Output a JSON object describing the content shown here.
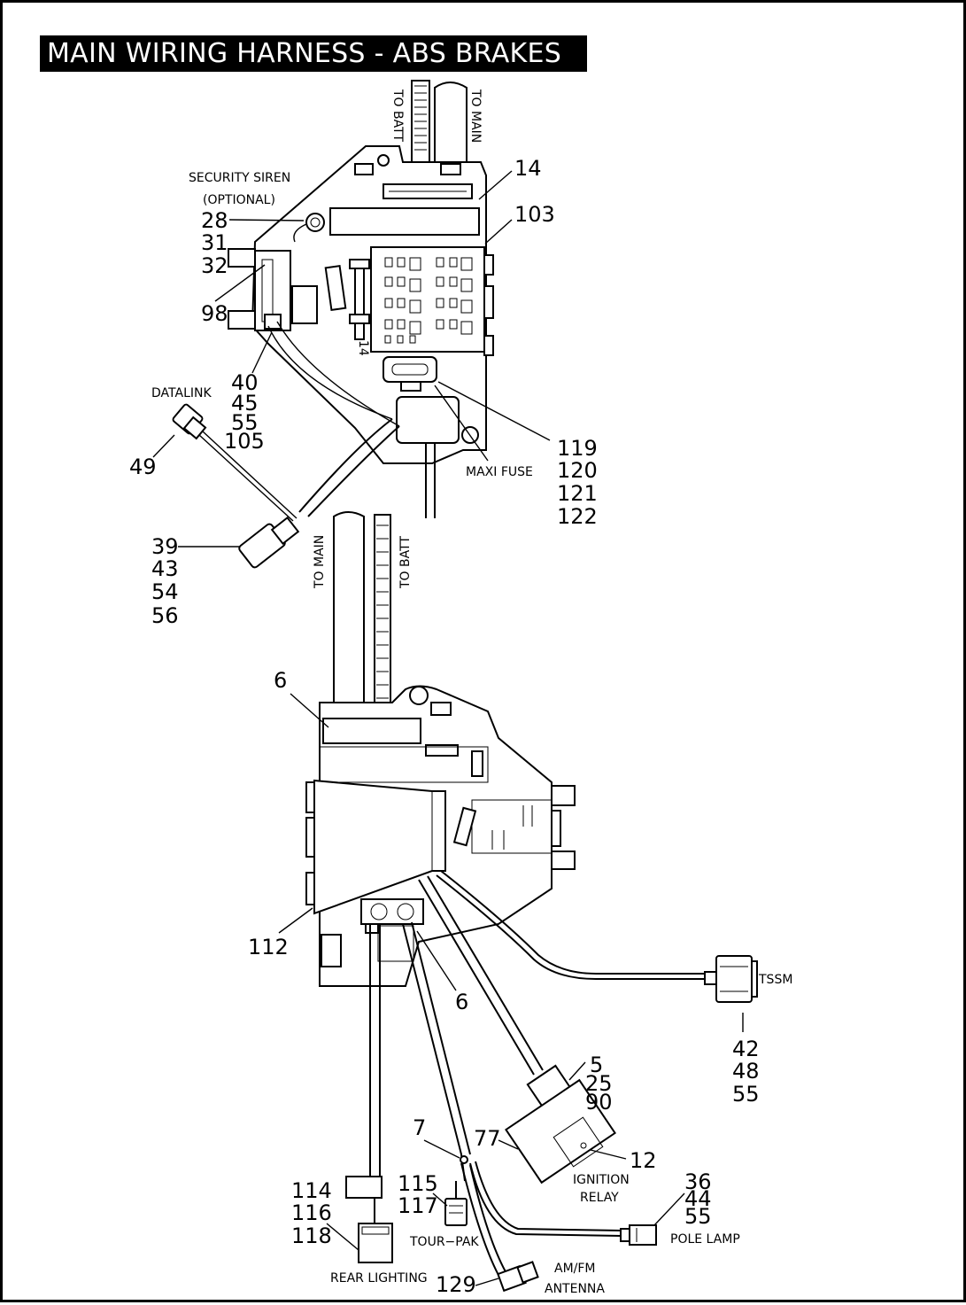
{
  "title": "MAIN WIRING HARNESS - ABS BRAKES",
  "upper_assembly": {
    "to_batt": "TO BATT",
    "to_main": "TO MAIN",
    "security_siren_line1": "SECURITY SIREN",
    "security_siren_line2": "(OPTIONAL)",
    "datalink": "DATALINK",
    "maxi_fuse": "MAXI FUSE",
    "fuse_slot_14": "14",
    "callouts": {
      "c14": "14",
      "c103": "103",
      "siren": [
        "28",
        "31",
        "32"
      ],
      "c98": "98",
      "group40": [
        "40",
        "45",
        "55",
        "105"
      ],
      "c49": "49",
      "maxi": [
        "119",
        "120",
        "121",
        "122"
      ],
      "group39": [
        "39",
        "43",
        "54",
        "56"
      ]
    }
  },
  "lower_assembly": {
    "to_main": "TO MAIN",
    "to_batt": "TO BATT",
    "tssm": "TSSM",
    "ignition_relay_line1": "IGNITION",
    "ignition_relay_line2": "RELAY",
    "pole_lamp": "POLE LAMP",
    "tour_pak": "TOUR−PAK",
    "rear_lighting": "REAR LIGHTING",
    "am_fm_line1": "AM/FM",
    "am_fm_line2": "ANTENNA",
    "callouts": {
      "c6_top": "6",
      "c112": "112",
      "c6_bottom": "6",
      "tssm_group": [
        "42",
        "48",
        "55"
      ],
      "relay_group": [
        "5",
        "25",
        "90"
      ],
      "c7": "7",
      "c77": "77",
      "c12": "12",
      "pole_group": [
        "36",
        "44",
        "55"
      ],
      "tour_group": [
        "115",
        "117"
      ],
      "rear_group": [
        "114",
        "116",
        "118"
      ],
      "c129": "129"
    }
  }
}
